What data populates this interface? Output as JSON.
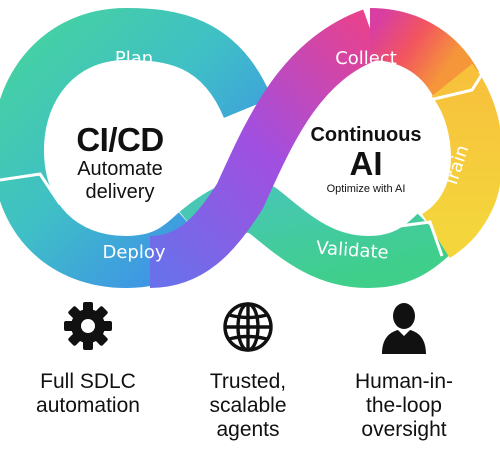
{
  "cicd": {
    "title": "CI/CD",
    "subtitle_line1": "Automate",
    "subtitle_line2": "delivery"
  },
  "continuous_ai": {
    "title": "Continuous",
    "big": "AI",
    "subtitle": "Optimize with AI"
  },
  "loop_labels": {
    "plan": "Plan",
    "deploy": "Deploy",
    "collect": "Collect",
    "train": "Train",
    "validate": "Validate"
  },
  "features": [
    {
      "icon": "gear-icon",
      "line1": "Full SDLC",
      "line2": "automation",
      "line3": ""
    },
    {
      "icon": "globe-icon",
      "line1": "Trusted,",
      "line2": "scalable",
      "line3": "agents"
    },
    {
      "icon": "person-icon",
      "line1": "Human-in-",
      "line2": "the-loop",
      "line3": "oversight"
    }
  ],
  "colors": {
    "teal": "#3cc9a5",
    "blue": "#3f8df0",
    "purple": "#a64fe0",
    "pink": "#ec3f8a",
    "orange": "#f5883a",
    "yellow": "#f4cf3c",
    "green": "#40cf8c"
  }
}
